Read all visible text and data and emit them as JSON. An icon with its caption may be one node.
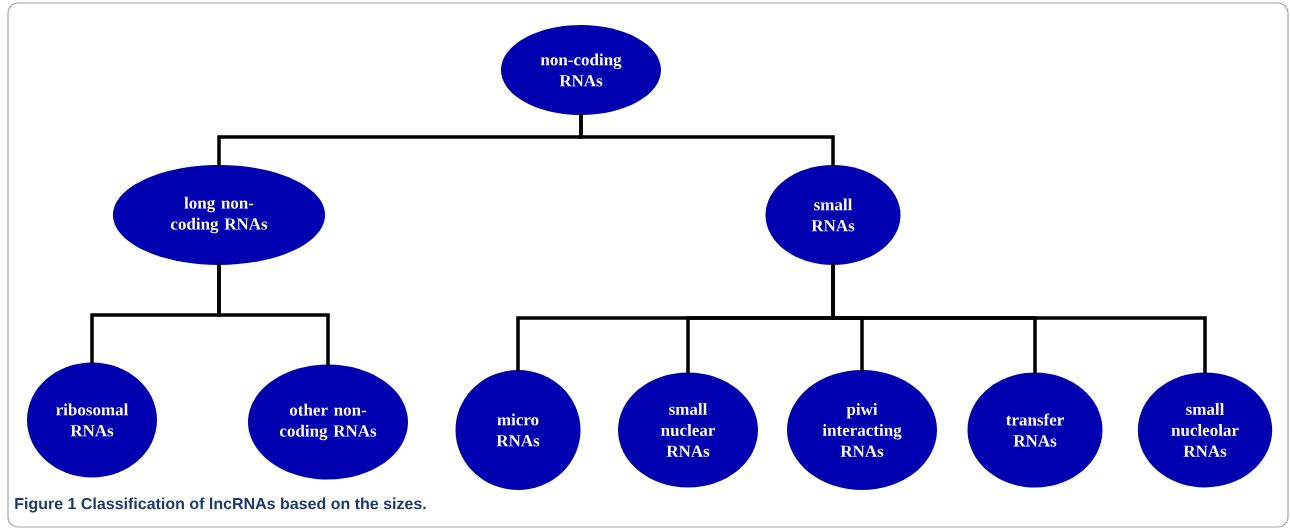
{
  "diagram": {
    "caption": "Figure 1 Classification of lncRNAs based on the sizes.",
    "nodes": [
      {
        "text": [
          "non-coding RNAs"
        ]
      },
      {
        "text": [
          "long non-coding RNAs"
        ]
      },
      {
        "text": [
          "small RNAs"
        ]
      },
      {
        "text": [
          "ribosomal RNAs"
        ]
      },
      {
        "text": [
          "other non-coding RNAs"
        ]
      },
      {
        "text": [
          "micro RNAs"
        ]
      },
      {
        "text": [
          "small nuclear RNAs"
        ]
      },
      {
        "text": [
          "piwi interacting RNAs"
        ]
      },
      {
        "text": [
          "transfer RNAs"
        ]
      },
      {
        "text": [
          "small nucleolar RNAs"
        ]
      }
    ],
    "edges": [
      {
        "from": 0,
        "to": 1,
        "arrow": "none"
      },
      {
        "from": 0,
        "to": 2,
        "arrow": "none"
      },
      {
        "from": 1,
        "to": 3,
        "arrow": "none"
      },
      {
        "from": 1,
        "to": 4,
        "arrow": "none"
      },
      {
        "from": 2,
        "to": 5,
        "arrow": "none"
      },
      {
        "from": 2,
        "to": 6,
        "arrow": "none"
      },
      {
        "from": 2,
        "to": 7,
        "arrow": "none"
      },
      {
        "from": 2,
        "to": 8,
        "arrow": "none"
      },
      {
        "from": 2,
        "to": 9,
        "arrow": "none"
      }
    ]
  }
}
